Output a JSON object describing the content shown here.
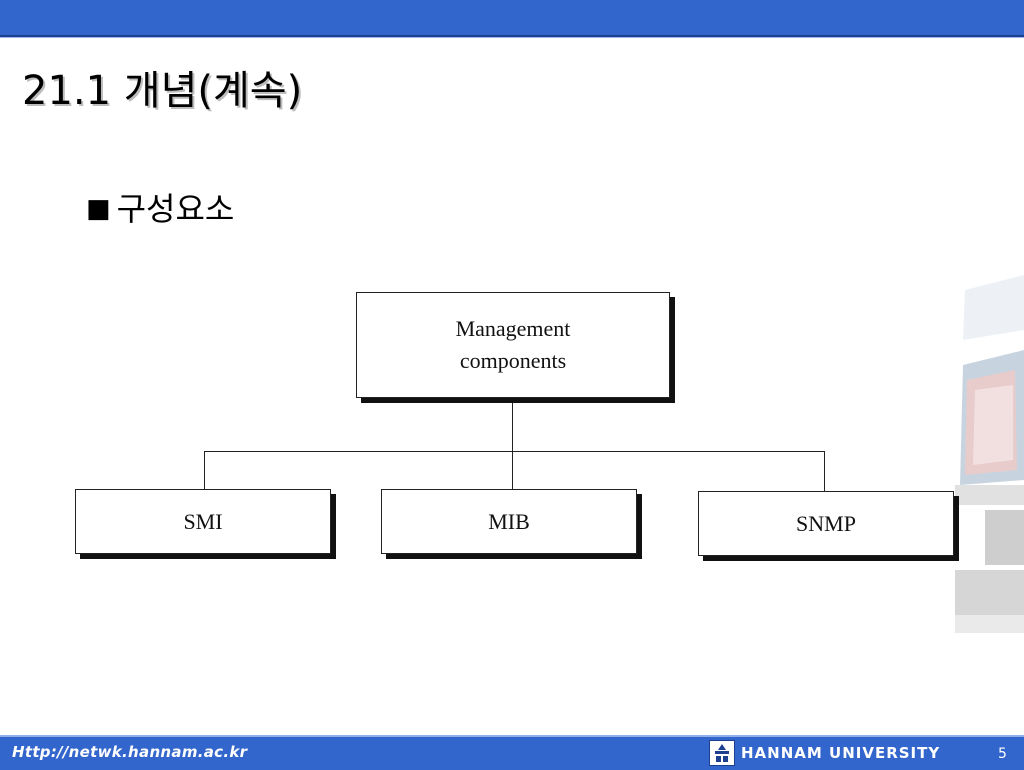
{
  "slide": {
    "title": "21.1 개념(계속)",
    "bullet_marker": "■",
    "bullet_text": "구성요소"
  },
  "diagram": {
    "root": {
      "line1": "Management",
      "line2": "components"
    },
    "children": [
      {
        "label": "SMI"
      },
      {
        "label": "MIB"
      },
      {
        "label": "SNMP"
      }
    ]
  },
  "footer": {
    "url": "Http://netwk.hannam.ac.kr",
    "university": "HANNAM  UNIVERSITY",
    "page_number": "5"
  },
  "colors": {
    "bar_blue": "#3366cc",
    "box_shadow": "#111111"
  }
}
